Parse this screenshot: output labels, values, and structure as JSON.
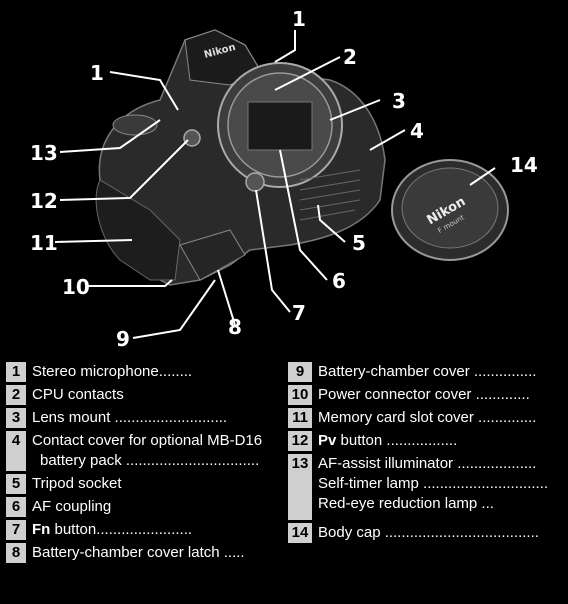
{
  "brand_text": "Nikon",
  "lens_mount_text": "F mount",
  "callouts": [
    "1",
    "2",
    "3",
    "4",
    "14",
    "13",
    "12",
    "11",
    "10",
    "5",
    "6",
    "7",
    "8",
    "9"
  ],
  "legend": {
    "left": [
      {
        "num": "1",
        "parts": [
          {
            "text": "Stereo microphone........",
            "bold": false
          }
        ]
      },
      {
        "num": "2",
        "parts": [
          {
            "text": "CPU contacts",
            "bold": false
          }
        ]
      },
      {
        "num": "3",
        "parts": [
          {
            "text": "Lens mount ...........................",
            "bold": false
          }
        ]
      },
      {
        "num": "4",
        "parts": [
          {
            "text": "Contact cover for optional MB-D16",
            "bold": false
          }
        ],
        "line2": "battery pack ................................"
      },
      {
        "num": "5",
        "parts": [
          {
            "text": "Tripod socket",
            "bold": false
          }
        ]
      },
      {
        "num": "6",
        "parts": [
          {
            "text": "AF coupling",
            "bold": false
          }
        ]
      },
      {
        "num": "7",
        "parts": [
          {
            "text": "Fn",
            "bold": true
          },
          {
            "text": " button.......................",
            "bold": false
          }
        ]
      },
      {
        "num": "8",
        "parts": [
          {
            "text": "Battery-chamber cover latch .....",
            "bold": false
          }
        ]
      }
    ],
    "right": [
      {
        "num": "9",
        "text": "Battery-chamber cover ..............."
      },
      {
        "num": "10",
        "text": "Power connector cover ............."
      },
      {
        "num": "11",
        "text": "Memory card slot cover .............."
      },
      {
        "num": "12",
        "bold": "Pv",
        "text": " button ................."
      },
      {
        "num": "13",
        "text": "AF-assist illuminator ...................",
        "line2": "Self-timer lamp ..............................",
        "line3": "Red-eye reduction lamp ..."
      },
      {
        "num": "14",
        "text": "Body cap ....................................."
      }
    ]
  }
}
